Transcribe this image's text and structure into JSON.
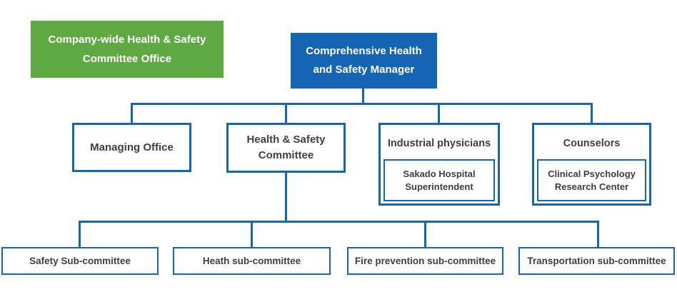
{
  "colors": {
    "blue": "#1565b4",
    "green": "#5fa942",
    "dark_text": "#3e3e3e",
    "background": "#ffffff"
  },
  "nodes": {
    "company_office": {
      "line1": "Company-wide Health & Safety",
      "line2": "Committee Office"
    },
    "manager": {
      "line1": "Comprehensive Health",
      "line2": "and Safety Manager"
    },
    "managing_office": {
      "label": "Managing Office"
    },
    "health_safety_committee": {
      "line1": "Health & Safety",
      "line2": "Committee"
    },
    "industrial_physicians": {
      "title": "Industrial physicians",
      "sub": {
        "line1": "Sakado Hospital",
        "line2": "Superintendent"
      }
    },
    "counselors": {
      "title": "Counselors",
      "sub": {
        "line1": "Clinical Psychology",
        "line2": "Research Center"
      }
    },
    "subcommittees": [
      {
        "label": "Safety Sub-committee"
      },
      {
        "label": "Heath sub-committee"
      },
      {
        "label": "Fire prevention sub-committee"
      },
      {
        "label": "Transportation sub-committee"
      }
    ]
  }
}
